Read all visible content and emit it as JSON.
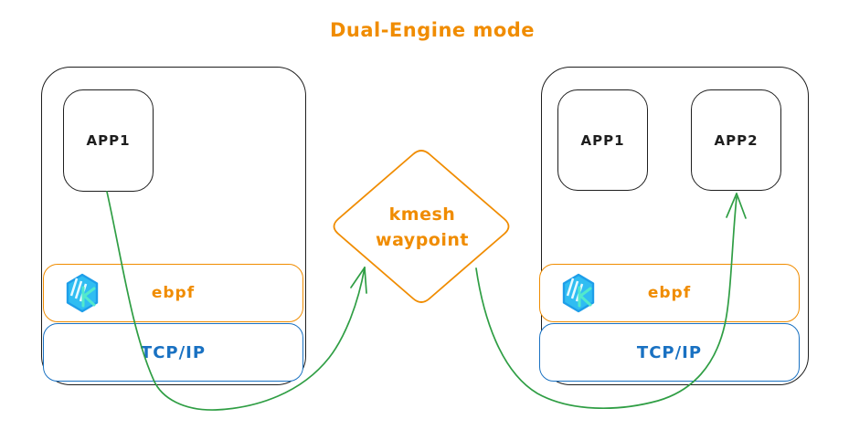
{
  "title": {
    "text": "Dual-Engine mode"
  },
  "waypoint": {
    "line1": "kmesh",
    "line2": "waypoint",
    "shape": "diamond",
    "color": "#f08c00"
  },
  "nodes": {
    "left": {
      "apps": [
        {
          "label": "APP1"
        }
      ],
      "layers": [
        {
          "label": "ebpf",
          "color": "#f08c00",
          "icon": "kmesh-logo-icon"
        },
        {
          "label": "TCP/IP",
          "color": "#1971c2"
        }
      ]
    },
    "right": {
      "apps": [
        {
          "label": "APP1"
        },
        {
          "label": "APP2"
        }
      ],
      "layers": [
        {
          "label": "ebpf",
          "color": "#f08c00",
          "icon": "kmesh-logo-icon"
        },
        {
          "label": "TCP/IP",
          "color": "#1971c2"
        }
      ]
    }
  },
  "arrows": [
    {
      "name": "app1-to-waypoint",
      "from": "left-app1",
      "to": "kmesh-waypoint",
      "color": "#2f9e44"
    },
    {
      "name": "waypoint-to-app2",
      "from": "kmesh-waypoint",
      "to": "right-app2",
      "color": "#2f9e44"
    }
  ],
  "colors": {
    "ink": "#1e1e1e",
    "orange": "#f08c00",
    "blue": "#1971c2",
    "green": "#2f9e44",
    "logo_blue": "#30bdf2",
    "logo_teal": "#52e9cc"
  }
}
